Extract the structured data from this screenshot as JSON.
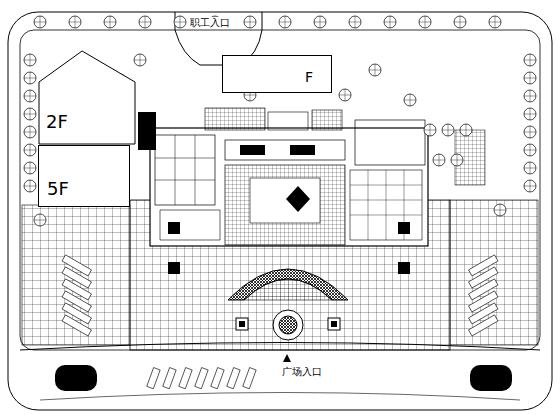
{
  "diagram": {
    "nodes": [
      {
        "text": [
          "2F"
        ]
      },
      {
        "text": [
          "5F"
        ]
      },
      {
        "text": [
          "F"
        ]
      }
    ],
    "labels": [
      "职工入口",
      "广场入口"
    ]
  }
}
